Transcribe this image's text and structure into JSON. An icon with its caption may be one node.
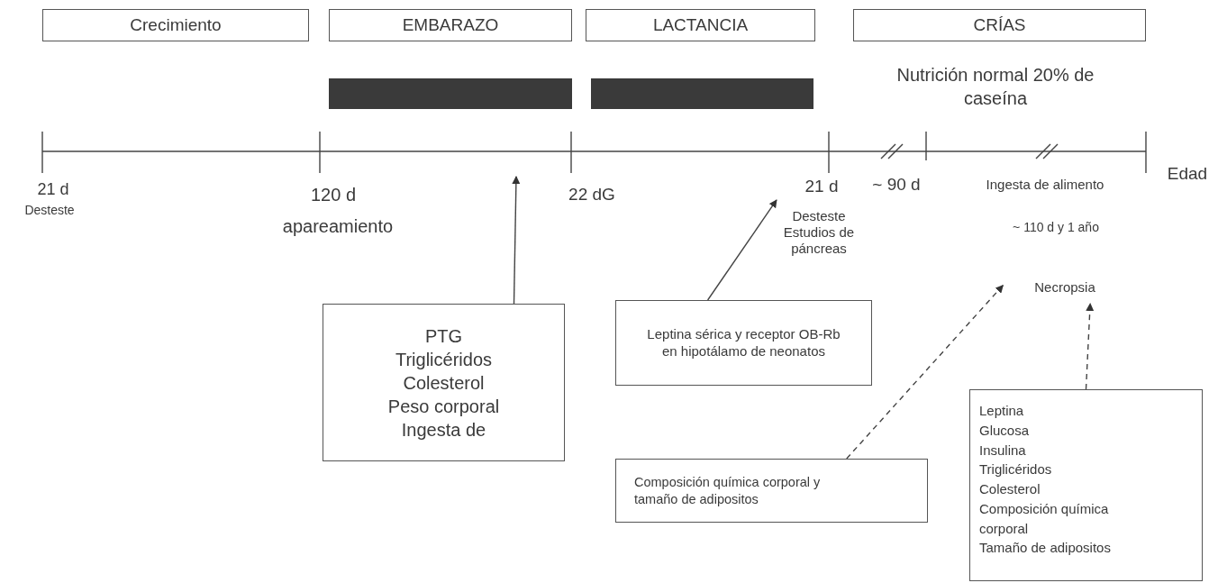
{
  "diagram": {
    "nodes": [
      {
        "text": [
          "Crecimiento"
        ]
      },
      {
        "text": [
          "EMBARAZO"
        ]
      },
      {
        "text": [
          "LACTANCIA"
        ]
      },
      {
        "text": [
          "CRÍAS"
        ]
      },
      {
        "text": [
          "PTG",
          "Triglicéridos",
          "Colesterol",
          "Peso corporal",
          "Ingesta de"
        ]
      },
      {
        "text": [
          "Desteste Estudios de páncreas"
        ]
      },
      {
        "text": [
          "Leptina sérica y receptor OB-Rb en hipotálamo de neonatos"
        ]
      },
      {
        "text": [
          "Necropsia"
        ]
      },
      {
        "text": [
          "Composición química corporal y tamaño de adipositos"
        ]
      },
      {
        "text": [
          "Leptina",
          "Glucosa",
          "Insulina",
          "Triglicéridos",
          "Colesterol",
          "Composición química corporal",
          "Tamaño de adipositos"
        ]
      },
      {
        "text": [],
        "shape": "bar"
      },
      {
        "text": [],
        "shape": "bar"
      }
    ],
    "edges": [
      {
        "from": 4,
        "to": null,
        "arrow": "to"
      },
      {
        "from": 6,
        "to": 5,
        "arrow": "to"
      },
      {
        "from": 8,
        "to": 7,
        "arrow": "to",
        "style": "dashed"
      },
      {
        "from": 9,
        "to": 7,
        "arrow": "to",
        "style": "dashed"
      }
    ],
    "labels": [
      "Nutrición normal 20% de caseína",
      "21 d",
      "Desteste",
      "120 d",
      "apareamiento",
      "22 dG",
      "21 d",
      "~ 90 d",
      "Ingesta de alimento",
      "Edad",
      "~ 110 d y 1 año"
    ]
  }
}
